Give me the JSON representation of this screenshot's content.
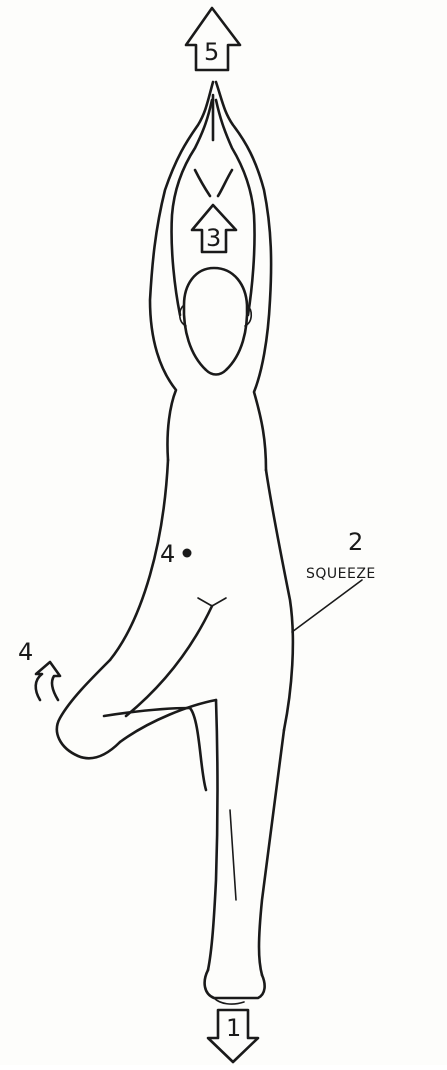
{
  "figure": {
    "stretch_up_label": "5",
    "head_up_label": "3",
    "squeeze_number": "2",
    "squeeze_text": "SQUEEZE",
    "hip_label": "4",
    "knee_label": "4",
    "ground_label": "1"
  },
  "colors": {
    "ink": "#1a1a1a",
    "paper": "#fdfdfb"
  }
}
